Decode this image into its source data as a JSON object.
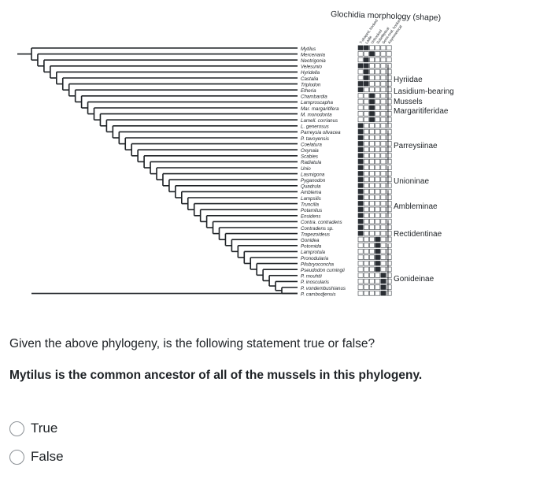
{
  "figure": {
    "title": "Glochidia morphology (shape)",
    "column_labels": [
      "T-shaped, hooked",
      "Ladle",
      "Unhooked",
      "Subelliptical",
      "Semi-oval, hooked",
      "Asymmetrical"
    ],
    "taxa": [
      "Mytilus",
      "Mercenaria",
      "Neotrigonia",
      "Velesunio",
      "Hyridella",
      "Castalia",
      "Triplodon",
      "Etheria",
      "Chambardia",
      "Lamproscapha",
      "Mar. margaritifera",
      "M. monodonta",
      "Lamell. corrianus",
      "L. generosus",
      "Parreysia olivacea",
      "P. tavoyensis",
      "Coelatura",
      "Oxynaia",
      "Scabies",
      "Radiatula",
      "Unio",
      "Lasmigona",
      "Pyganodon",
      "Quadrula",
      "Amblema",
      "Lampsilis",
      "Truncilla",
      "Potamilus",
      "Ensidens",
      "Contra. contradens",
      "Contradens sp.",
      "Trapezoideus",
      "Gonidea",
      "Potomida",
      "Lamprotula",
      "Pronodularia",
      "Pilsbryoconcha",
      "Pseudodon cumingii",
      "P. mouhtii",
      "P. inoscularis",
      "P. vondembushianus",
      "P. cambodjensis"
    ],
    "clades": [
      {
        "lines": [
          "Hyriidae"
        ]
      },
      {
        "lines": [
          "Lasidium-bearing",
          "Mussels"
        ]
      },
      {
        "lines": [
          "Margaritiferidae"
        ]
      },
      {
        "lines": [
          "Parreysiinae"
        ]
      },
      {
        "lines": [
          "Unioninae"
        ]
      },
      {
        "lines": [
          "Ambleminae"
        ]
      },
      {
        "lines": [
          "Rectidentinae"
        ]
      },
      {
        "lines": [
          "Gonideinae"
        ]
      }
    ]
  },
  "question": {
    "prompt": "Given the above phylogeny, is the following statement true or false?",
    "statement": "Mytilus is the common ancestor of all of the mussels in this phylogeny."
  },
  "options": [
    {
      "label": "True"
    },
    {
      "label": "False"
    }
  ]
}
